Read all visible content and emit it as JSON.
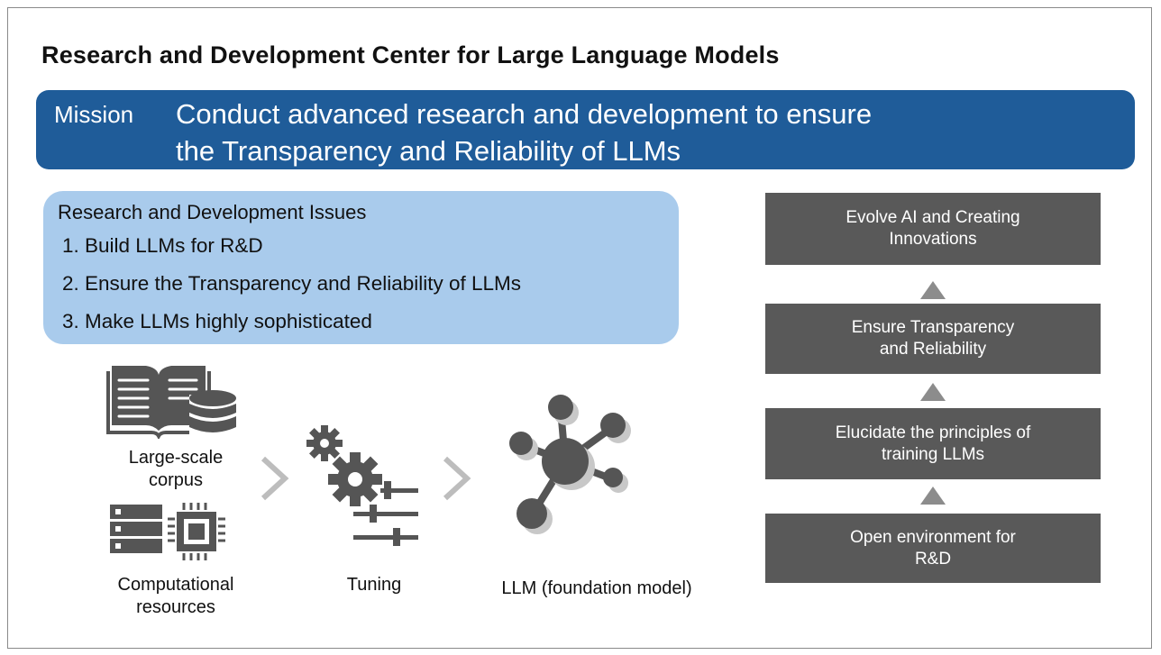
{
  "title": "Research and Development Center for Large Language Models",
  "mission": {
    "label": "Mission",
    "text_line1": "Conduct advanced research and development to ensure",
    "text_line2": "the Transparency and Reliability of LLMs"
  },
  "issues": {
    "heading": "Research and Development Issues",
    "items": [
      "1.  Build LLMs for R&D",
      "2.  Ensure the Transparency and Reliability of LLMs",
      "3.  Make LLMs highly sophisticated"
    ]
  },
  "pipeline": {
    "corpus_line1": "Large-scale",
    "corpus_line2": "corpus",
    "compute_line1": "Computational",
    "compute_line2": "resources",
    "tuning": "Tuning",
    "llm": "LLM (foundation model)"
  },
  "steps": {
    "step4_line1": "Evolve AI and Creating",
    "step4_line2": "Innovations",
    "step3_line1": "Ensure Transparency",
    "step3_line2": "and Reliability",
    "step2_line1": "Elucidate the principles of",
    "step2_line2": "training LLMs",
    "step1_line1": "Open environment for",
    "step1_line2": "R&D"
  },
  "colors": {
    "mission_bg": "#1f5c99",
    "issues_bg": "#a9cbec",
    "step_bg": "#595959",
    "arrow": "#8c8c8c",
    "icon": "#555555"
  }
}
